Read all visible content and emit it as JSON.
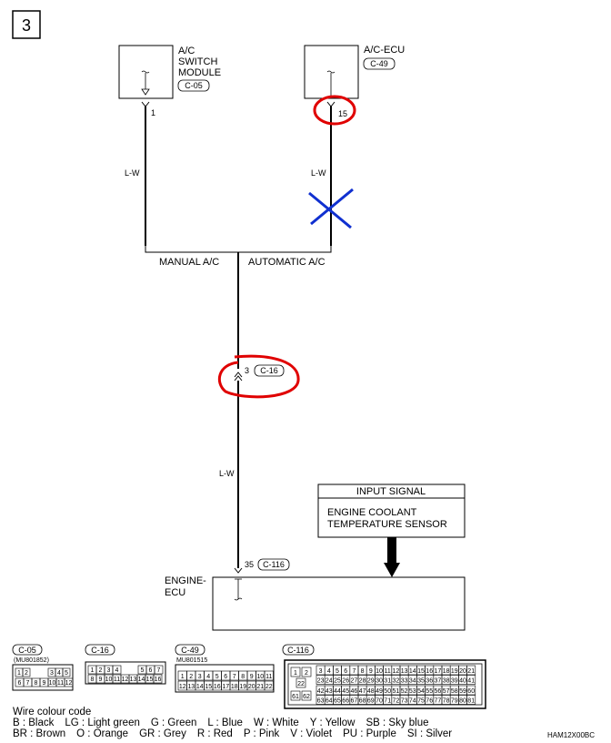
{
  "page_number": "3",
  "components": {
    "ac_switch_module": {
      "lines": [
        "A/C",
        "SWITCH",
        "MODULE"
      ],
      "connector": "C-05",
      "pin": "1"
    },
    "ac_ecu": {
      "name": "A/C-ECU",
      "connector": "C-49",
      "pin": "15"
    },
    "junction": {
      "pin": "3",
      "connector": "C-16"
    },
    "engine_ecu": {
      "lines": [
        "ENGINE-",
        "ECU"
      ],
      "pin": "35",
      "connector": "C-116"
    }
  },
  "wires": {
    "left": "L-W",
    "right": "L-W",
    "main": "L-W"
  },
  "branch_labels": {
    "manual": "MANUAL A/C",
    "automatic": "AUTOMATIC A/C"
  },
  "input_signal": {
    "header": "INPUT SIGNAL",
    "lines": [
      "ENGINE COOLANT",
      "TEMPERATURE SENSOR"
    ]
  },
  "annotations": {
    "red_circle_color": "#e00000",
    "blue_x_color": "#1030d0"
  },
  "connectors": {
    "c05": {
      "label": "C-05",
      "part": "(MU801852)"
    },
    "c16": {
      "label": "C-16"
    },
    "c49": {
      "label": "C-49",
      "part": "MU801515"
    },
    "c116": {
      "label": "C-116"
    }
  },
  "legend": {
    "title": "Wire colour code",
    "row1": [
      "B : Black",
      "LG : Light green",
      "G : Green",
      "L : Blue",
      "W : White",
      "Y : Yellow",
      "SB : Sky blue"
    ],
    "row2": [
      "BR : Brown",
      "O : Orange",
      "GR : Grey",
      "R : Red",
      "P : Pink",
      "V : Violet",
      "PU : Purple",
      "SI : Silver"
    ]
  },
  "diagram_code": "HAM12X00BC"
}
